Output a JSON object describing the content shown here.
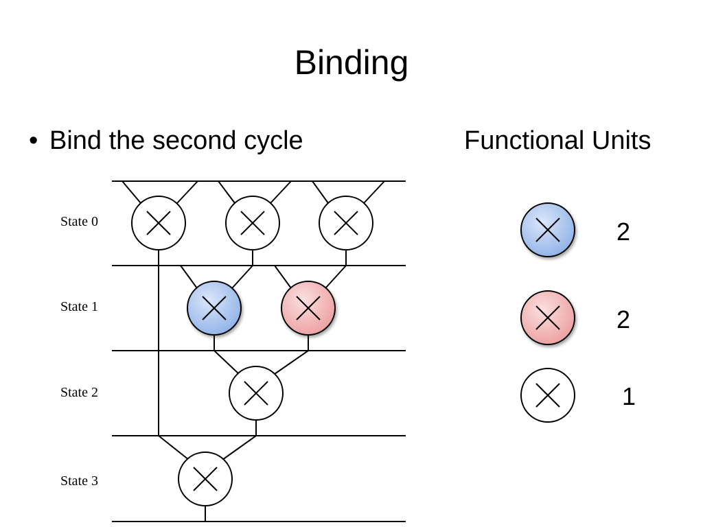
{
  "slide": {
    "title": "Binding",
    "bullet": "Bind the second cycle",
    "bullet_marker": "•"
  },
  "schedule": {
    "states": [
      {
        "label": "State 0"
      },
      {
        "label": "State 1"
      },
      {
        "label": "State 2"
      },
      {
        "label": "State 3"
      }
    ],
    "operation_symbol": "×"
  },
  "functional_units": {
    "heading": "Functional Units",
    "units": [
      {
        "type": "blue-multiplier",
        "count": "2"
      },
      {
        "type": "red-multiplier",
        "count": "2"
      },
      {
        "type": "plain-multiplier",
        "count": "1"
      }
    ]
  },
  "colors": {
    "blue_fill_light": "#dbe7fb",
    "blue_fill_dark": "#8fb1e6",
    "red_fill_light": "#fbe0e0",
    "red_fill_dark": "#ec9e9e",
    "stroke": "#000000"
  }
}
